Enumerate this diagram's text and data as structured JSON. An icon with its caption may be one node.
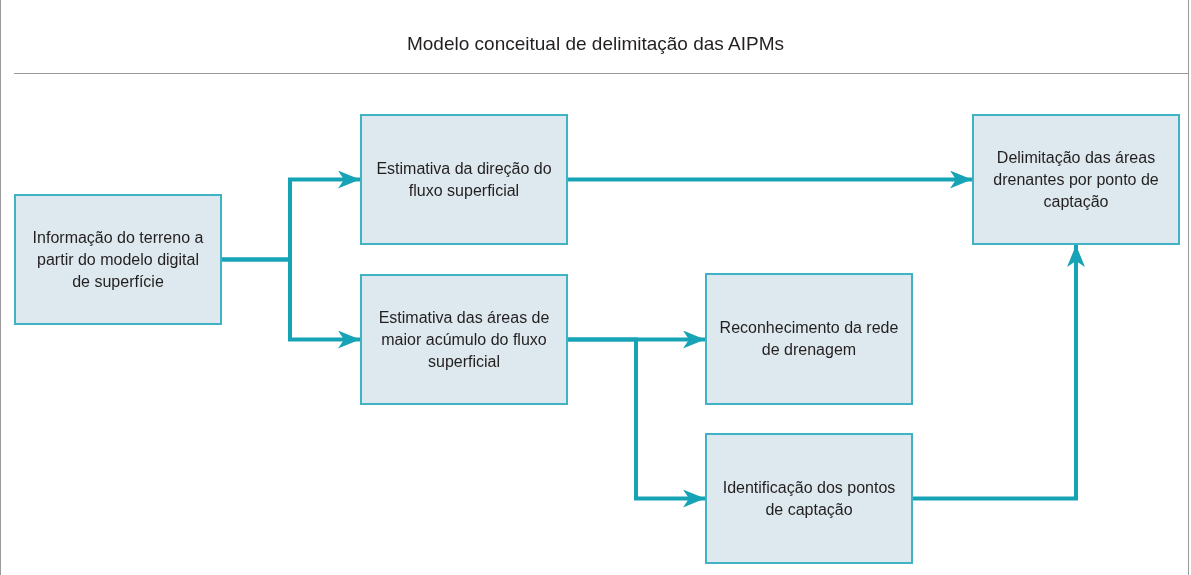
{
  "diagram": {
    "title": "Modelo conceitual de delimitação das AIPMs",
    "nodes": [
      {
        "text": [
          "Informação do terreno a partir do modelo digital de superfície"
        ]
      },
      {
        "text": [
          "Estimativa da direção do fluxo superficial"
        ]
      },
      {
        "text": [
          "Estimativa das áreas de maior acúmulo do fluxo superficial"
        ]
      },
      {
        "text": [
          "Reconhecimento da rede de drenagem"
        ]
      },
      {
        "text": [
          "Identificação dos pontos de captação"
        ]
      },
      {
        "text": [
          "Delimitação das áreas drenantes por ponto de captação"
        ]
      }
    ],
    "edges": [
      {
        "from": 0,
        "to": 1,
        "arrow": "to"
      },
      {
        "from": 0,
        "to": 2,
        "arrow": "to"
      },
      {
        "from": 1,
        "to": 5,
        "arrow": "to"
      },
      {
        "from": 2,
        "to": 3,
        "arrow": "to"
      },
      {
        "from": 2,
        "to": 4,
        "arrow": "to"
      },
      {
        "from": 4,
        "to": 5,
        "arrow": "to"
      }
    ]
  }
}
